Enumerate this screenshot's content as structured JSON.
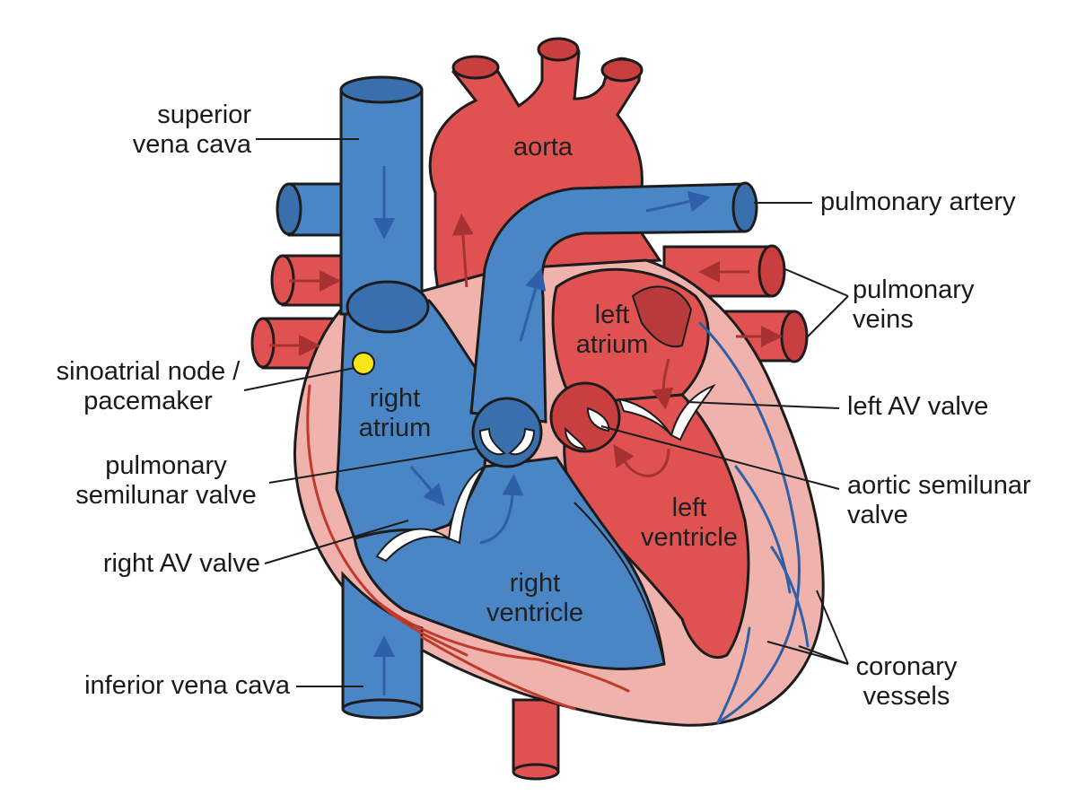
{
  "colors": {
    "deoxygenated": "#4a86c6",
    "oxygenated": "#e05252",
    "muscle": "#f0b2ac",
    "outline": "#1c1c1c",
    "node": "#f7e61a"
  },
  "labels": {
    "superior_vena_cava": [
      "superior",
      "vena cava"
    ],
    "sinoatrial_node": [
      "sinoatrial node /",
      "pacemaker"
    ],
    "pulmonary_semilunar_valve": [
      "pulmonary",
      "semilunar valve"
    ],
    "right_av_valve": "right AV valve",
    "inferior_vena_cava": "inferior vena cava",
    "pulmonary_artery": "pulmonary artery",
    "pulmonary_veins": [
      "pulmonary",
      "veins"
    ],
    "left_av_valve": "left AV valve",
    "aortic_semilunar_valve": [
      "aortic semilunar",
      "valve"
    ],
    "coronary_vessels": [
      "coronary",
      "vessels"
    ],
    "aorta": "aorta",
    "right_atrium": [
      "right",
      "atrium"
    ],
    "left_atrium": [
      "left",
      "atrium"
    ],
    "right_ventricle": [
      "right",
      "ventricle"
    ],
    "left_ventricle": [
      "left",
      "ventricle"
    ]
  }
}
